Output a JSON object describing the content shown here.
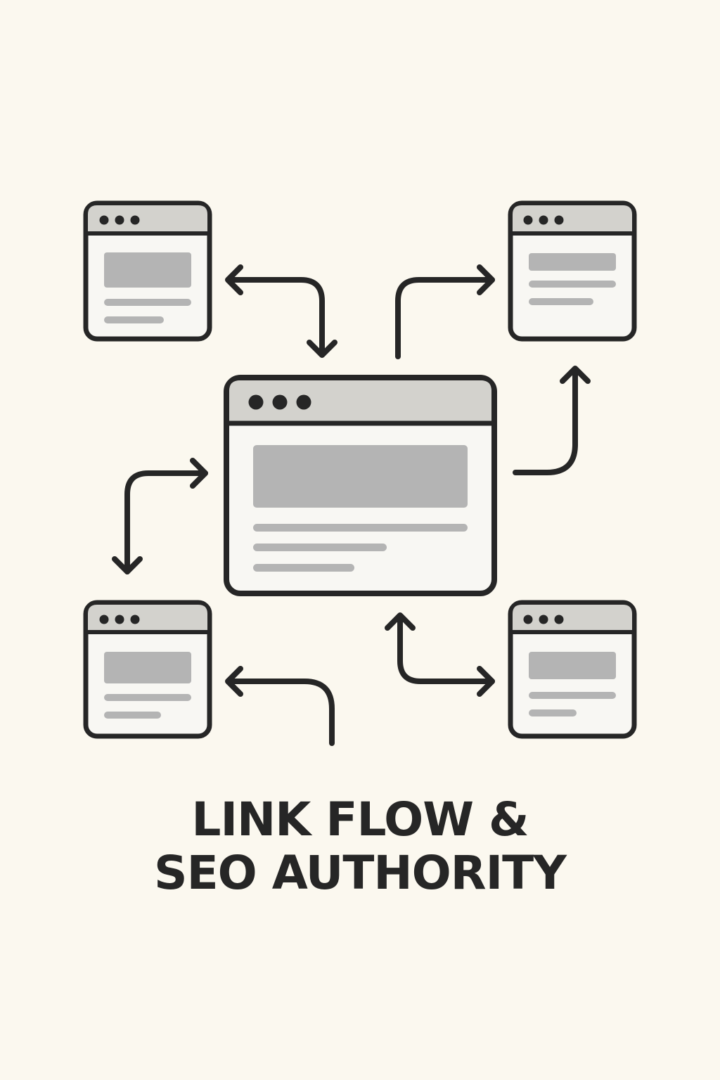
{
  "title_lines": [
    "LINK FLOW &",
    "SEO AUTHORITY"
  ],
  "colors": {
    "background": "#fbf8ef",
    "stroke": "#262626",
    "titlebar": "#d3d2cd",
    "window_body": "#f8f7f3",
    "placeholder": "#b4b4b4"
  },
  "nodes": [
    {
      "id": "center-page",
      "role": "hub"
    },
    {
      "id": "top-left-page",
      "role": "linked-page"
    },
    {
      "id": "top-right-page",
      "role": "linked-page"
    },
    {
      "id": "bottom-left-page",
      "role": "linked-page"
    },
    {
      "id": "bottom-right-page",
      "role": "linked-page"
    }
  ],
  "connections": [
    {
      "from": "top-left-page",
      "to": "center-page",
      "direction": "both"
    },
    {
      "from": "center-page",
      "to": "top-right-page",
      "direction": "forward"
    },
    {
      "from": "center-page",
      "to": "top-right-page",
      "direction": "forward"
    },
    {
      "from": "center-page",
      "to": "bottom-left-page",
      "direction": "both"
    },
    {
      "from": "center-page",
      "to": "bottom-left-page",
      "direction": "forward"
    },
    {
      "from": "center-page",
      "to": "bottom-right-page",
      "direction": "both"
    }
  ]
}
